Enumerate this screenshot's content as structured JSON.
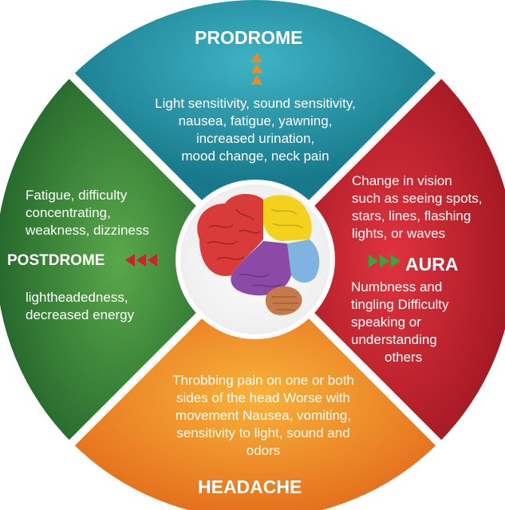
{
  "colors": {
    "prodrome": "#1f8fa2",
    "aura": "#c32430",
    "headache": "#ef8c1d",
    "postdrome": "#3d8a37",
    "prodrome_arrow": "#f08a1e",
    "red_arrow": "#c8242e",
    "green_arrow": "#3aa33b"
  },
  "center_image": {
    "icon": "brain-icon"
  },
  "phases": {
    "prodrome": {
      "title": "PRODROME",
      "arrow_icon": "up-triangles-icon",
      "lines": [
        "Light sensitivity, sound sensitivity,",
        "nausea, fatigue, yawning,",
        "increased urination,",
        "mood change, neck pain"
      ]
    },
    "aura": {
      "title": "AURA",
      "arrow_icon": "right-triangles-icon",
      "lines_top": [
        "Change in vision",
        "such as seeing spots,",
        "stars, lines, flashing",
        "lights, or waves"
      ],
      "lines_bottom": [
        "Numbness and",
        "tingling Difficulty",
        "speaking or",
        "understanding",
        "others"
      ]
    },
    "headache": {
      "title": "HEADACHE",
      "lines": [
        "Throbbing pain on one or both",
        "sides of the head Worse with",
        "movement Nausea, vomiting,",
        "sensitivity to light, sound and",
        "odors"
      ]
    },
    "postdrome": {
      "title": "POSTDROME",
      "arrow_icon": "left-triangles-icon",
      "lines_top": [
        "Fatigue, difficulty",
        "concentrating,",
        "weakness, dizziness"
      ],
      "lines_bottom": [
        "lightheadedness,",
        "decreased energy"
      ]
    }
  }
}
